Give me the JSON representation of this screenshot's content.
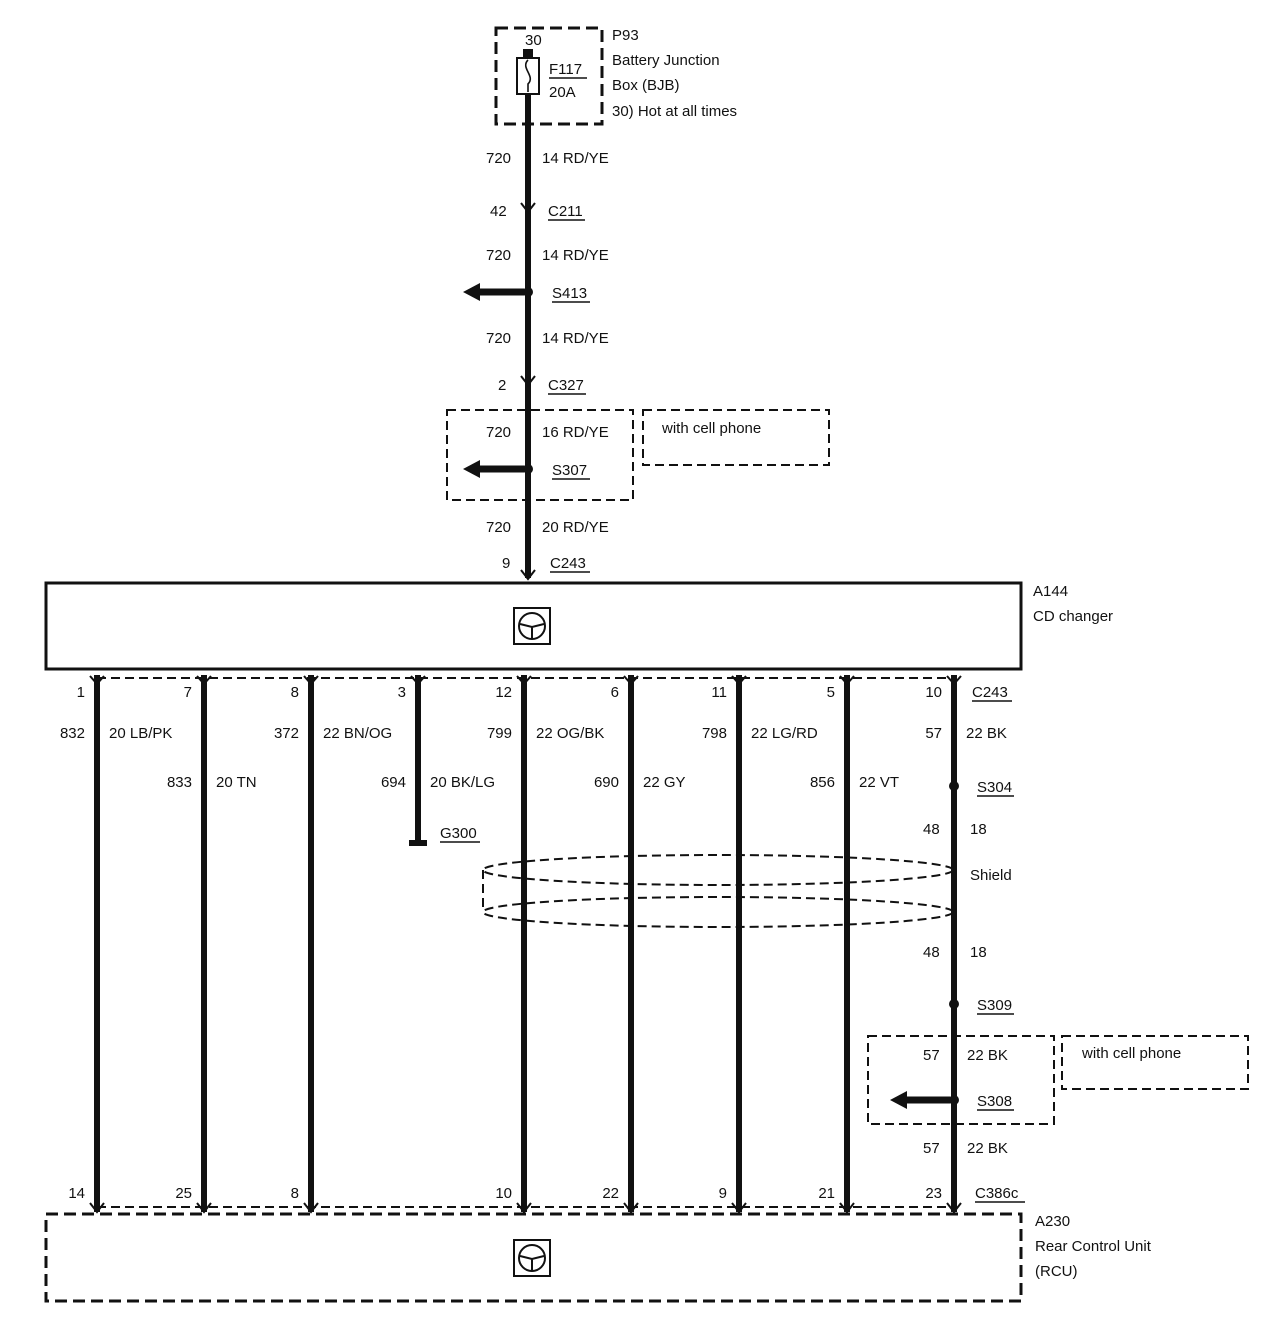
{
  "top_feed": {
    "fuse_pin": "30",
    "fuse_id": "F117",
    "fuse_rating": "20A",
    "bjb_id": "P93",
    "bjb_line1": "Battery Junction",
    "bjb_line2": "Box (BJB)",
    "bjb_note": "30)  Hot at all times"
  },
  "trunk_segments": [
    {
      "circuit": "720",
      "wire": "14 RD/YE"
    },
    {
      "circuit": "720",
      "wire": "14 RD/YE"
    },
    {
      "circuit": "720",
      "wire": "14 RD/YE"
    },
    {
      "circuit": "720",
      "wire": "16 RD/YE"
    },
    {
      "circuit": "720",
      "wire": "20 RD/YE"
    }
  ],
  "connectors": {
    "c211": {
      "pin": "42",
      "id": "C211"
    },
    "c327": {
      "pin": "2",
      "id": "C327"
    },
    "c243_top": {
      "pin": "9",
      "id": "C243"
    },
    "c243_bottom": {
      "id": "C243"
    },
    "c386c": {
      "id": "C386c"
    }
  },
  "splices": {
    "s413": "S413",
    "s307": "S307",
    "s304": "S304",
    "s309": "S309",
    "s308": "S308"
  },
  "options": {
    "cell_phone_1": "with cell phone",
    "cell_phone_2": "with cell phone"
  },
  "modules": {
    "cd_changer_id": "A144",
    "cd_changer_name": "CD changer",
    "rcu_id": "A230",
    "rcu_line1": "Rear Control Unit",
    "rcu_line2": "(RCU)"
  },
  "ground": {
    "id": "G300"
  },
  "wires": [
    {
      "pin_top": "1",
      "circuit": "832",
      "wire": "20 LB/PK",
      "pin_bottom": "14"
    },
    {
      "pin_top": "7",
      "circuit": "833",
      "wire": "20 TN",
      "pin_bottom": "25"
    },
    {
      "pin_top": "8",
      "circuit": "372",
      "wire": "22 BN/OG",
      "pin_bottom": "8"
    },
    {
      "pin_top": "3",
      "circuit": "694",
      "wire": "20 BK/LG",
      "pin_bottom": ""
    },
    {
      "pin_top": "12",
      "circuit": "799",
      "wire": "22 OG/BK",
      "pin_bottom": "10"
    },
    {
      "pin_top": "6",
      "circuit": "690",
      "wire": "22 GY",
      "pin_bottom": "22"
    },
    {
      "pin_top": "11",
      "circuit": "798",
      "wire": "22 LG/RD",
      "pin_bottom": "9"
    },
    {
      "pin_top": "5",
      "circuit": "856",
      "wire": "22 VT",
      "pin_bottom": "21"
    },
    {
      "pin_top": "10",
      "circuit": "57",
      "wire": "22 BK",
      "pin_bottom": "23"
    }
  ],
  "shield_run": {
    "upper_circuit": "48",
    "upper_wire": "18",
    "label": "Shield",
    "lower_circuit": "48",
    "lower_wire": "18",
    "s308_circuit_upper": "57",
    "s308_wire_upper": "22 BK",
    "s308_circuit_lower": "57",
    "s308_wire_lower": "22 BK"
  }
}
